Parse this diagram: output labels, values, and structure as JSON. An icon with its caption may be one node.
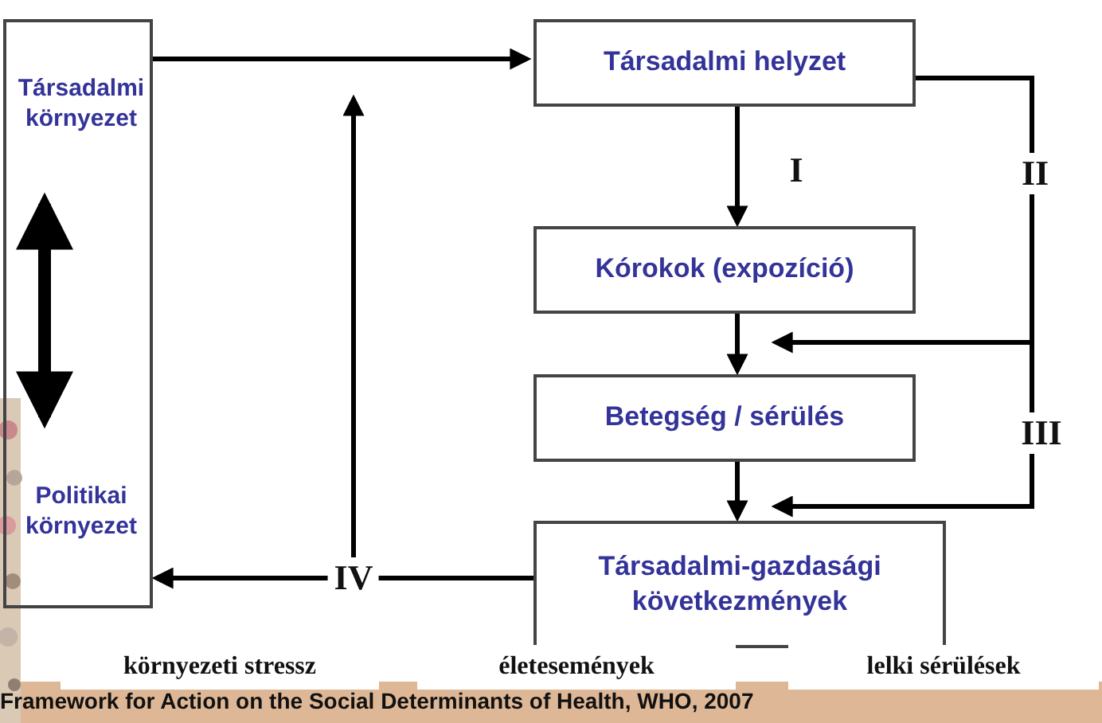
{
  "diagram": {
    "nodes": [
      {
        "text": [],
        "shape": "box"
      },
      {
        "text": [
          "Társadalmi környezet"
        ],
        "in": 0
      },
      {
        "text": [
          "Politikai környezet"
        ],
        "in": 0
      },
      {
        "text": [
          "Társadalmi helyzet"
        ]
      },
      {
        "text": [
          "Kórokok (expozíció)"
        ]
      },
      {
        "text": [
          "Betegség / sérülés"
        ]
      },
      {
        "text": [
          "Társadalmi-gazdasági következmények"
        ]
      }
    ],
    "edges": [
      {
        "from": 1,
        "to": 2,
        "arrow": "both",
        "style": "thick"
      },
      {
        "from": 0,
        "to": 3,
        "arrow": "to"
      },
      {
        "from": 3,
        "to": 4,
        "arrow": "to",
        "label": "I"
      },
      {
        "from": 4,
        "to": 5,
        "arrow": "to"
      },
      {
        "from": 5,
        "to": 6,
        "arrow": "to"
      },
      {
        "from": 3,
        "to": 5,
        "arrow": "to",
        "label": "II"
      },
      {
        "from": 3,
        "to": 6,
        "arrow": "to",
        "label": "III"
      },
      {
        "from": 6,
        "to": 0,
        "arrow": "to",
        "label": "IV"
      },
      {
        "from": 6,
        "to": null,
        "arrow": "to"
      }
    ],
    "labels": [
      "környezeti stressz",
      "életesemények",
      "lelki sérülések",
      "Framework for Action on the Social Determinants of Health, WHO, 2007"
    ]
  }
}
